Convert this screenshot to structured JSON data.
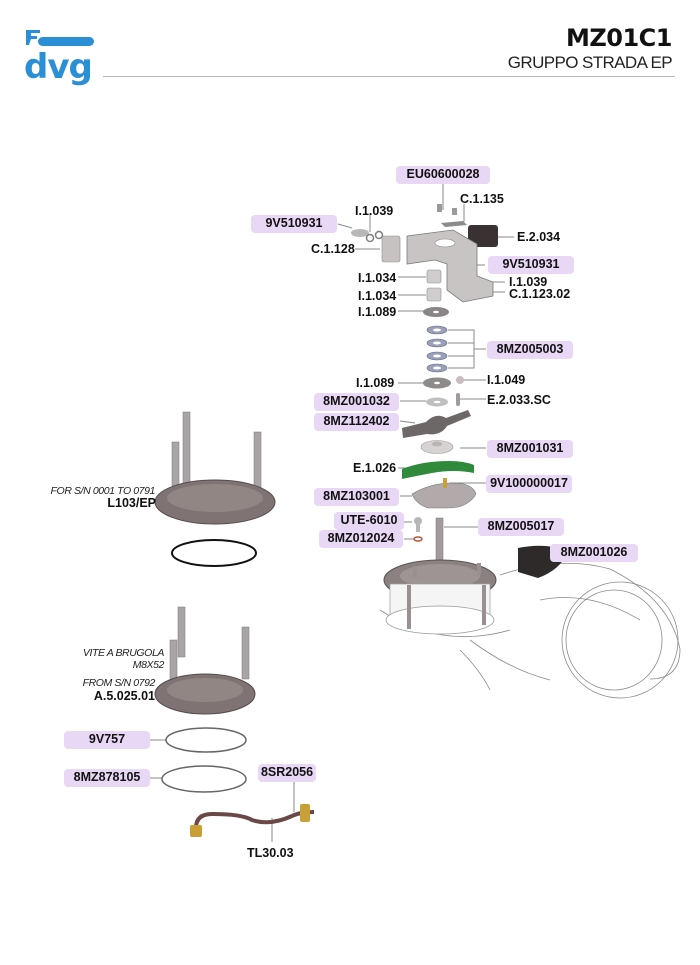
{
  "header": {
    "logo": "dvg",
    "code": "MZ01C1",
    "title": "GRUPPO STRADA EP"
  },
  "colors": {
    "brand_blue": "#2b8fd6",
    "label_pill": "#e8d8f5",
    "gasket_green": "#2f8a3c"
  },
  "callouts": {
    "eu60600028": "EU60600028",
    "c1135": "C.1.135",
    "i1039_top": "I.1.039",
    "v510931_left": "9V510931",
    "e2034": "E.2.034",
    "c1128": "C.1.128",
    "v510931_right": "9V510931",
    "i1034_a": "I.1.034",
    "i1039_right": "I.1.039",
    "i1034_b": "I.1.034",
    "c112302": "C.1.123.02",
    "i1089_a": "I.1.089",
    "mz005003": "8MZ005003",
    "i1089_b": "I.1.089",
    "i1049": "I.1.049",
    "mz001032": "8MZ001032",
    "e2033sc": "E.2.033.SC",
    "mz112402": "8MZ112402",
    "mz001031": "8MZ001031",
    "e1026": "E.1.026",
    "v100000017": "9V100000017",
    "mz103001": "8MZ103001",
    "ute6010": "UTE-6010",
    "mz005017": "8MZ005017",
    "mz012024": "8MZ012024",
    "mz001026": "8MZ001026",
    "l103ep": "L103/EP",
    "a5025": "A.5.025.01",
    "v757": "9V757",
    "mz878105": "8MZ878105",
    "sr2056": "8SR2056",
    "tl3003": "TL30.03"
  },
  "notes": {
    "sn_old": "FOR S/N 0001 TO 0791",
    "screw_line1": "VITE A BRUGOLA",
    "screw_line2": "M8X52",
    "sn_new": "FROM S/N 0792"
  }
}
